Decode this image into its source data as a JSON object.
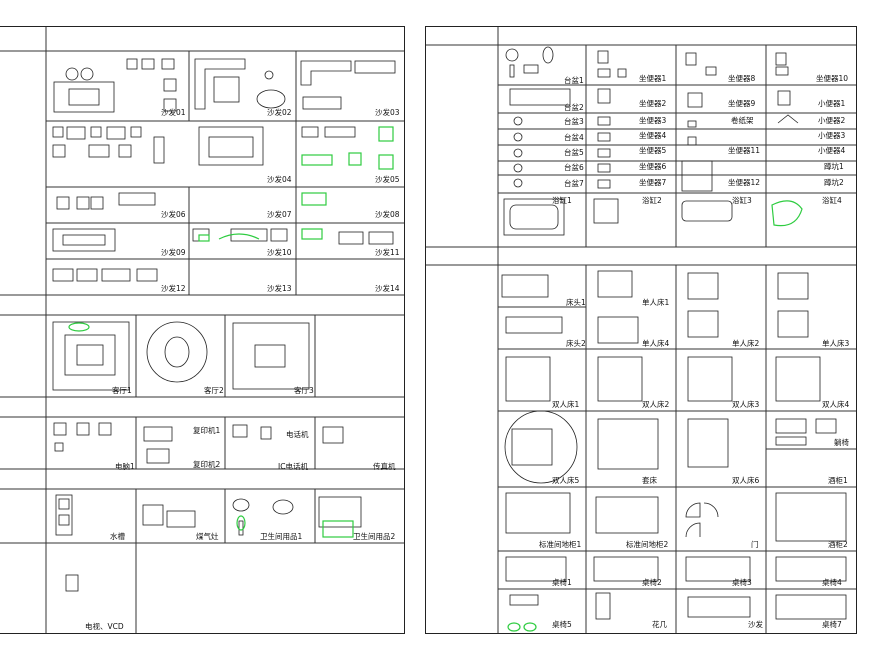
{
  "left": {
    "sofas": [
      "沙发01",
      "沙发02",
      "沙发03",
      "沙发04",
      "沙发05",
      "沙发06",
      "沙发07",
      "沙发08",
      "沙发09",
      "沙发10",
      "沙发11",
      "沙发12",
      "沙发13",
      "沙发14"
    ],
    "living": [
      "客厅1",
      "客厅2",
      "客厅3"
    ],
    "office": [
      "电脑1",
      "复印机1",
      "复印机2",
      "电话机",
      "IC电话机",
      "传真机"
    ],
    "kitchen_bath": [
      "水槽",
      "煤气灶",
      "卫生间用品1",
      "卫生间用品2"
    ],
    "tv": "电视、VCD"
  },
  "right": {
    "basins": [
      "台盆1",
      "台盆2",
      "台盆3",
      "台盆4",
      "台盆5",
      "台盆6",
      "台盆7"
    ],
    "toilets_a": [
      "坐便器1",
      "坐便器2",
      "坐便器3",
      "坐便器4",
      "坐便器5",
      "坐便器6",
      "坐便器7"
    ],
    "toilets_b": [
      "坐便器8",
      "坐便器9",
      "卷纸架",
      "坐便器11",
      "坐便器12"
    ],
    "urinals": [
      "坐便器10",
      "小便器1",
      "小便器2",
      "小便器3",
      "小便器4",
      "蹲坑1",
      "蹲坑2"
    ],
    "tubs": [
      "浴缸1",
      "浴缸2",
      "浴缸3",
      "浴缸4"
    ],
    "beds": [
      "床头1",
      "单人床1",
      "单人床2",
      "单人床3",
      "床头2",
      "单人床4",
      "双人床1",
      "双人床2",
      "双人床3",
      "双人床4",
      "双人床5",
      "套床",
      "双人床6",
      "躺椅",
      "酒柜1",
      "标准间地柜1",
      "标准间地柜2",
      "门",
      "酒柜2",
      "桌椅1",
      "桌椅2",
      "桌椅3",
      "桌椅4",
      "桌椅5",
      "花几",
      "沙发",
      "桌椅7"
    ]
  }
}
